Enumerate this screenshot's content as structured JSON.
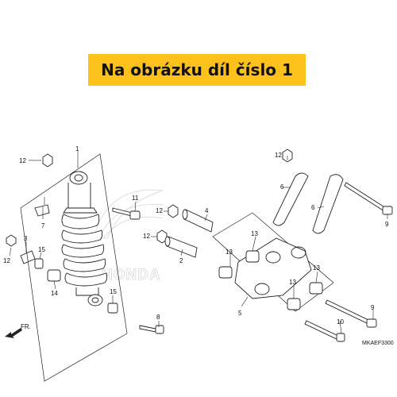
{
  "banner": {
    "text": "Na obrázku díl číslo 1",
    "color": "#fcc21b"
  },
  "watermark": {
    "text": "HONDA"
  },
  "direction_label": "FR.",
  "diagram_code": "MKAEF3300",
  "callouts": {
    "c1": "1",
    "c2": "2",
    "c3": "3",
    "c4": "4",
    "c5": "5",
    "c6a": "6",
    "c6b": "6",
    "c7": "7",
    "c8": "8",
    "c9a": "9",
    "c9b": "9",
    "c10": "10",
    "c11": "11",
    "c12a": "12",
    "c12b": "12",
    "c12c": "12",
    "c12d": "12",
    "c12e": "12",
    "c13a": "13",
    "c13b": "13",
    "c13c": "13",
    "c13d": "13",
    "c14": "14",
    "c15a": "15",
    "c15b": "15"
  }
}
